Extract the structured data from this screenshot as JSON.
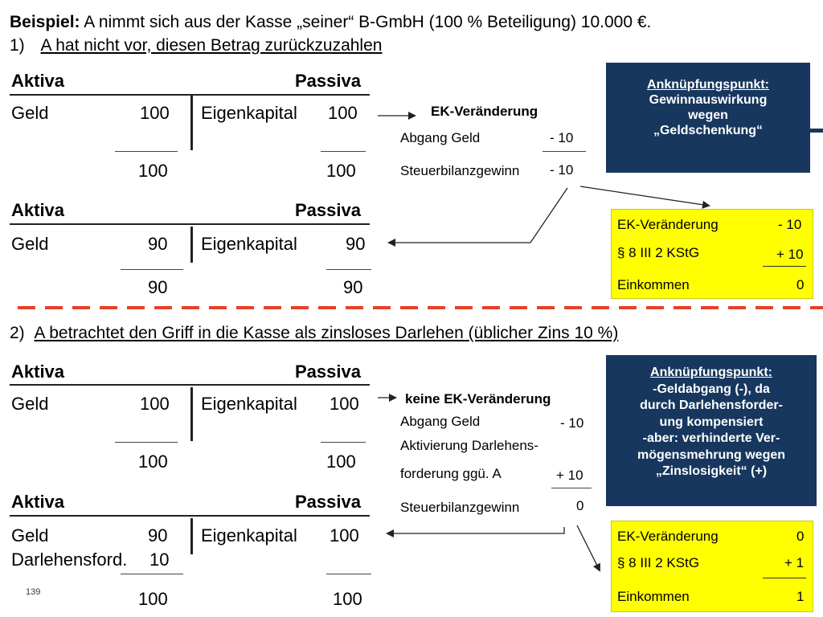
{
  "header": {
    "example_label": "Beispiel:",
    "example_text": " A nimmt sich aus der Kasse „seiner“ B-GmbH  (100 % Beteiligung) 10.000 €.",
    "case1_num": "1)",
    "case1_text": "A  hat nicht vor, diesen Betrag zurückzuzahlen",
    "case2_num": "2)",
    "case2_text": "A betrachtet den Griff in die Kasse als zinsloses Darlehen (üblicher Zins 10 %)"
  },
  "balance_1a": {
    "aktiva": "Aktiva",
    "passiva": "Passiva",
    "left_label": "Geld",
    "left_value": "100",
    "right_label": "Eigenkapital",
    "right_value": "100",
    "left_total": "100",
    "right_total": "100"
  },
  "balance_1b": {
    "aktiva": "Aktiva",
    "passiva": "Passiva",
    "left_label": "Geld",
    "left_value": "90",
    "right_label": "Eigenkapital",
    "right_value": "90",
    "left_total": "90",
    "right_total": "90"
  },
  "ek_change_1": {
    "title": "EK-Veränderung",
    "row1_label": "Abgang Geld",
    "row1_value": "- 10",
    "row2_label": "Steuerbilanzgewinn",
    "row2_value": "- 10"
  },
  "navy_1": {
    "lines": [
      "Anknüpfungspunkt:",
      "Gewinnauswirkung",
      "wegen",
      "„Geldschenkung“"
    ]
  },
  "yellow_1": {
    "row1_label": "EK-Veränderung",
    "row1_value": "- 10",
    "row2_label": "§ 8 III 2 KStG",
    "row2_value": "+ 10",
    "row3_label": "Einkommen",
    "row3_value": "0"
  },
  "balance_2a": {
    "aktiva": "Aktiva",
    "passiva": "Passiva",
    "left_label": "Geld",
    "left_value": "100",
    "right_label": "Eigenkapital",
    "right_value": "100",
    "left_total": "100",
    "right_total": "100"
  },
  "balance_2b": {
    "aktiva": "Aktiva",
    "passiva": "Passiva",
    "left_label": "Geld",
    "left_value": "90",
    "left_label2": "Darlehensford.",
    "left_value2": "10",
    "right_label": "Eigenkapital",
    "right_value": "100",
    "left_total": "100",
    "right_total": "100"
  },
  "ek_change_2": {
    "title": "keine EK-Veränderung",
    "row1_label": "Abgang Geld",
    "row1_value": "- 10",
    "row2_label_a": "Aktivierung Darlehens-",
    "row2_label_b": "forderung ggü. A",
    "row2_value": "+ 10",
    "row3_label": "Steuerbilanzgewinn",
    "row3_value": "0"
  },
  "navy_2": {
    "lines": [
      "Anknüpfungspunkt:",
      "-Geldabgang (-), da",
      "durch Darlehensforder-",
      "ung kompensiert",
      "-aber: verhinderte Ver-",
      "mögensmehrung wegen",
      "„Zinslosigkeit“ (+)"
    ]
  },
  "yellow_2": {
    "row1_label": "EK-Veränderung",
    "row1_value": "0",
    "row2_label": "§ 8 III 2 KStG",
    "row2_value": "+ 1",
    "row3_label": "Einkommen",
    "row3_value": "1"
  },
  "footer": {
    "page_number": "139"
  },
  "colors": {
    "navy": "#17375e",
    "yellow": "#ffff00",
    "dash": "#e8402a"
  }
}
